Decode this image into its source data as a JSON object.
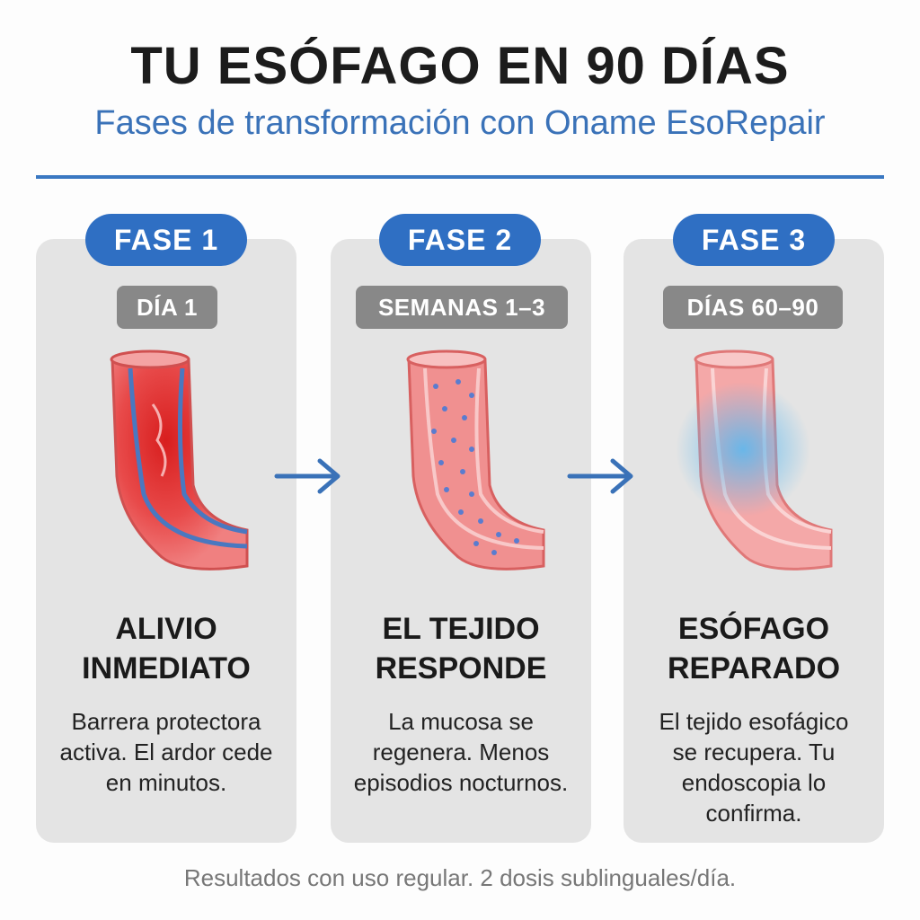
{
  "header": {
    "title": "TU ESÓFAGO EN 90 DÍAS",
    "subtitle": "Fases de transformación con Oname EsoRepair"
  },
  "phases": [
    {
      "label": "FASE 1",
      "time": "DÍA 1",
      "heading_line1": "ALIVIO",
      "heading_line2": "INMEDIATO",
      "body": "Barrera protectora activa. El ardor cede en minutos.",
      "illustration": "inflamed-esophagus-icon"
    },
    {
      "label": "FASE 2",
      "time": "SEMANAS 1–3",
      "heading_line1": "EL TEJIDO",
      "heading_line2": "RESPONDE",
      "body": "La mucosa se regenera. Menos episodios nocturnos.",
      "illustration": "regenerating-esophagus-icon"
    },
    {
      "label": "FASE 3",
      "time": "DÍAS 60–90",
      "heading_line1": "ESÓFAGO",
      "heading_line2": "REPARADO",
      "body": "El tejido esofágico se recupera. Tu endoscopia lo confirma.",
      "illustration": "healed-esophagus-icon"
    }
  ],
  "footer": "Resultados con uso regular. 2 dosis sublinguales/día.",
  "colors": {
    "accent_blue": "#2f6fc3",
    "tag_gray": "#888888",
    "card_bg": "#e4e4e4",
    "tissue_red": "#e85a5a",
    "tissue_pink": "#f4a3a3"
  }
}
